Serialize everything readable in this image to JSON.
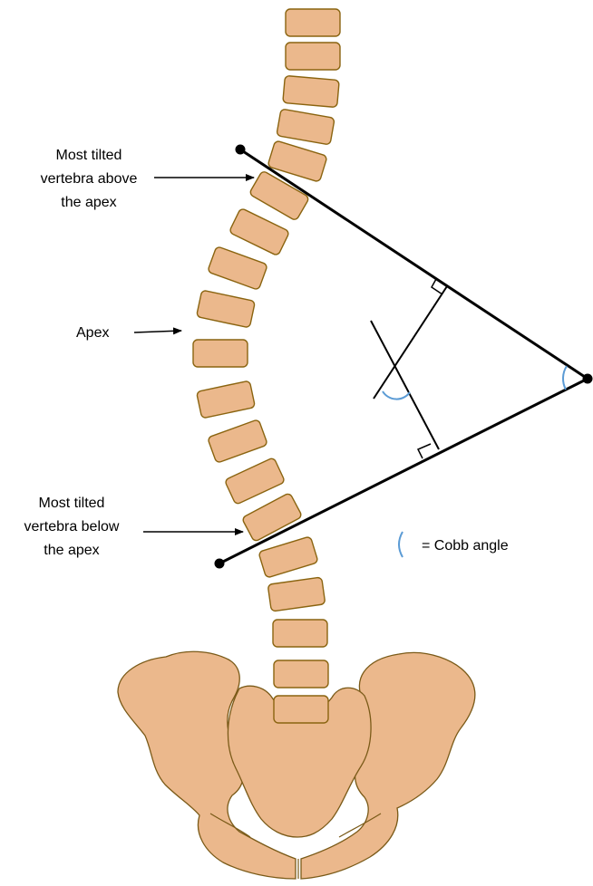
{
  "labels": {
    "top_vertebra": [
      "Most tilted",
      "vertebra above",
      "the apex"
    ],
    "apex": "Apex",
    "bottom_vertebra": [
      "Most tilted",
      "vertebra below",
      "the apex"
    ],
    "legend": "= Cobb angle"
  },
  "colors": {
    "bone_fill": "#EBB88C",
    "bone_stroke": "#8A6410",
    "angle_arc": "#5B9BD5",
    "lines": "#000000"
  }
}
